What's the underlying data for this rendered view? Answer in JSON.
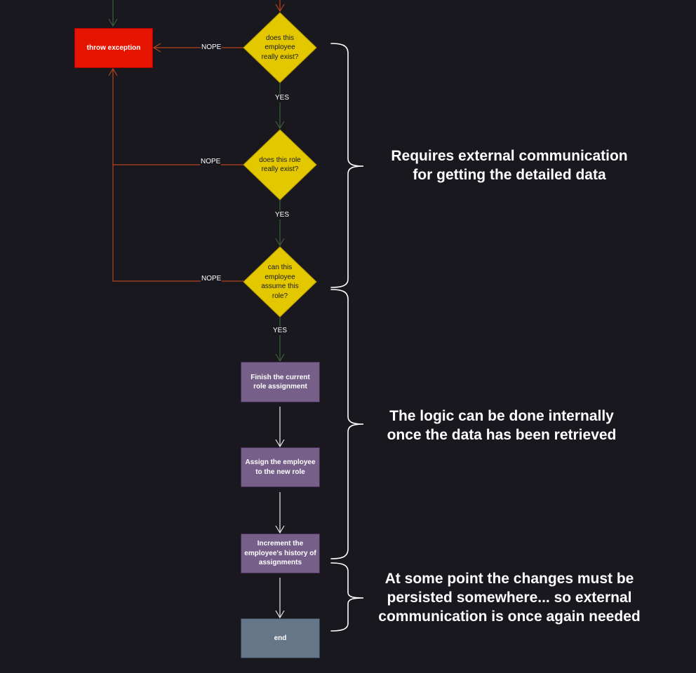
{
  "colors": {
    "background": "#1a181f",
    "exception": "#e51400",
    "decision": "#e3c800",
    "process": "#76608a",
    "end": "#647687",
    "arrow_green": "#3a5e3a",
    "arrow_red": "#b4441c",
    "arrow_white": "#e8e8e8"
  },
  "nodes": {
    "exception": "throw exception",
    "decision_employee": "does this employee really exist?",
    "decision_role": "does this role really exist?",
    "decision_assume": "can this employee assume this role?",
    "finish_assignment": "Finish the current role assignment",
    "assign_role": "Assign the employee to the new role",
    "increment_history": "Increment the employee's history of assignments",
    "end": "end"
  },
  "edges": {
    "nope_1": "NOPE",
    "nope_2": "NOPE",
    "nope_3": "NOPE",
    "yes_1": "YES",
    "yes_2": "YES",
    "yes_3": "YES"
  },
  "notes": {
    "external_1": "Requires external communication\nfor getting the detailed data",
    "internal": "The logic can be done internally\nonce the data has been retrieved",
    "external_2": "At some point the changes must be\npersisted somewhere... so external\ncommunication is once again needed"
  }
}
